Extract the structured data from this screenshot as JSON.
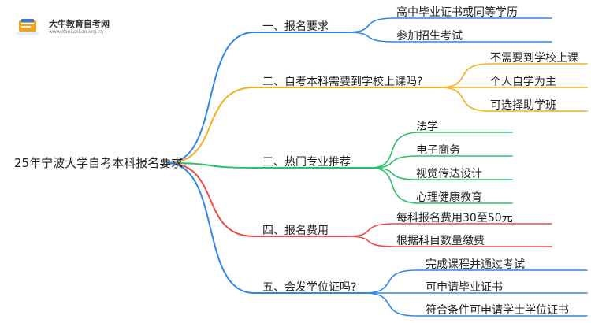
{
  "watermark": {
    "title": "大牛教育自考网",
    "subtitle": "www.daniuzikao.org.cn"
  },
  "root": "25年宁波大学自考本科报名要求",
  "branches": [
    {
      "label": "一、报名要求",
      "color": "#2f86e8",
      "children": [
        "高中毕业证书或同等学历",
        "参加招生考试"
      ]
    },
    {
      "label": "二、自考本科需要到学校上课吗?",
      "color": "#f2b01e",
      "children": [
        "不需要到学校上课",
        "个人自学为主",
        "可选择助学班"
      ]
    },
    {
      "label": "三、热门专业推荐",
      "color": "#2bbf6a",
      "children": [
        "法学",
        "电子商务",
        "视觉传达设计",
        "心理健康教育"
      ]
    },
    {
      "label": "四、报名费用",
      "color": "#ef4a4a",
      "children": [
        "每科报名费用30至50元",
        "根据科目数量缴费"
      ]
    },
    {
      "label": "五、会发学位证吗?",
      "color": "#2f86e8",
      "children": [
        "完成课程并通过考试",
        "可申请毕业证书",
        "符合条件可申请学士学位证书"
      ]
    }
  ]
}
